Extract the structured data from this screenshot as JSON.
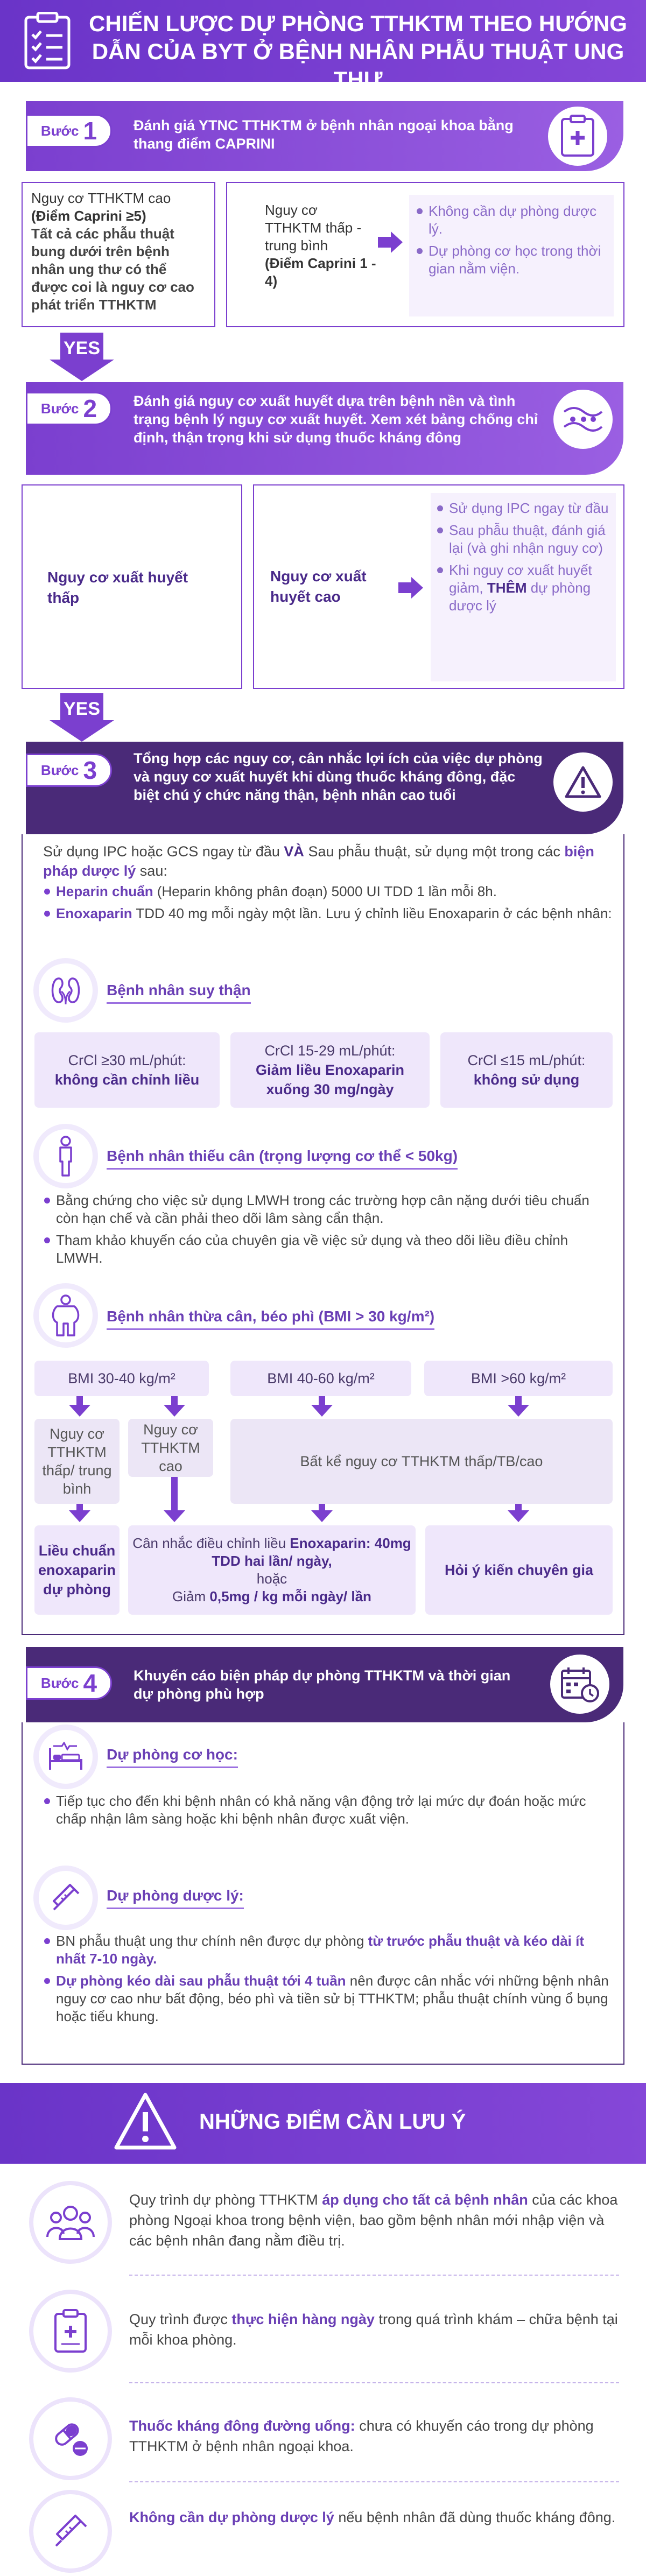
{
  "header": {
    "title": "CHIẾN LƯỢC DỰ PHÒNG TTHKTM THEO HƯỚNG DẪN CỦA BYT Ở BỆNH NHÂN PHẪU THUẬT UNG THƯ",
    "icon": "checklist-icon"
  },
  "step_label": "Bước",
  "step1": {
    "num": "1",
    "title": "Đánh giá YTNC TTHKTM ở bệnh nhân ngoại khoa bằng thang điểm CAPRINI",
    "icon": "medical-clipboard-icon",
    "high_line1": "Nguy cơ TTHKTM cao",
    "high_line2": "(Điểm Caprini ≥5)",
    "high_line3": "Tất cả các phẫu thuật bung dưới trên bệnh nhân ung thư có thể được coi là nguy cơ cao phát triển TTHKTM",
    "low_line1": "Nguy cơ TTHKTM thấp - trung bình",
    "low_line2": "(Điểm Caprini 1 - 4)",
    "low_items": [
      "Không cần dự phòng dược lý.",
      "Dự phòng cơ học trong thời gian nằm viện."
    ]
  },
  "yes": "YES",
  "step2": {
    "num": "2",
    "title": "Đánh giá nguy cơ xuất huyết dựa trên bệnh nền và tình trạng bệnh lý nguy cơ xuất huyết. Xem xét bảng chống chỉ định, thận trọng khi sử dụng thuốc kháng đông",
    "icon": "blood-vessel-icon",
    "low": "Nguy cơ xuất huyết thấp",
    "high": "Nguy cơ xuất huyết cao",
    "high_items": [
      "Sử dụng IPC ngay từ đầu",
      "Sau phẫu thuật, đánh giá lại (và ghi nhận nguy cơ)"
    ],
    "high_item3_a": "Khi nguy cơ xuất huyết giảm,",
    "high_item3_b": "THÊM",
    "high_item3_c": "dự phòng dược lý"
  },
  "step3": {
    "num": "3",
    "title": "Tổng hợp các nguy cơ, cân nhắc lợi ích của việc dự phòng và nguy cơ xuất huyết khi dùng thuốc kháng đông, đặc biệt chú ý chức năng thận, bệnh nhân cao tuổi",
    "icon": "warning-triangle-icon",
    "intro_a": "Sử dụng IPC hoặc GCS ngay từ đầu",
    "intro_b": "VÀ",
    "intro_c": "Sau phẫu thuật, sử dụng một trong các",
    "intro_d": "biện pháp dược lý",
    "intro_e": "sau:",
    "heparin_a": "Heparin chuẩn",
    "heparin_b": "(Heparin không phân đoạn) 5000 UI TDD 1 lần mỗi 8h.",
    "enox_a": "Enoxaparin",
    "enox_b": "TDD 40 mg mỗi ngày một lần. Lưu ý chỉnh liều Enoxaparin ở các bệnh nhân:",
    "renal": {
      "title": "Bệnh nhân suy thận",
      "icon": "kidney-icon",
      "c1a": "CrCl ≥30 mL/phút:",
      "c1b": "không cần chỉnh liều",
      "c2a": "CrCl 15-29 mL/phút:",
      "c2b": "Giảm liều Enoxaparin xuống 30 mg/ngày",
      "c3a": "CrCl ≤15 mL/phút:",
      "c3b": "không sử dụng"
    },
    "under": {
      "title": "Bệnh nhân thiếu cân (trọng lượng cơ thể < 50kg)",
      "icon": "thin-person-icon",
      "items": [
        "Bằng chứng cho việc sử dụng LMWH trong các trường hợp cân nặng dưới tiêu chuẩn còn hạn chế và cần phải theo dõi lâm sàng cẩn thận.",
        "Tham khảo khuyến cáo của chuyên gia về việc sử dụng và theo dõi liều điều chỉnh LMWH."
      ]
    },
    "obese": {
      "title": "Bệnh nhân thừa cân, béo phì (BMI > 30 kg/m²)",
      "icon": "obese-person-icon",
      "bmi1": "BMI 30-40 kg/m²",
      "bmi2": "BMI 40-60 kg/m²",
      "bmi3": "BMI >60 kg/m²",
      "r1": "Nguy cơ TTHKTM thấp/ trung bình",
      "r2": "Nguy cơ TTHKTM cao",
      "r3": "Bất kể nguy cơ TTHKTM thấp/TB/cao",
      "d1": "Liều chuẩn enoxaparin dự phòng",
      "d2a": "Cân nhắc điều chỉnh liều",
      "d2b": "Enoxaparin: 40mg TDD hai lần/ ngày,",
      "d2c": "hoặc",
      "d2d": "Giảm",
      "d2e": "0,5mg / kg mỗi ngày/ lần",
      "d3": "Hỏi ý kiến chuyên gia"
    }
  },
  "step4": {
    "num": "4",
    "title": "Khuyến cáo biện pháp dự phòng TTHKTM và thời gian dự phòng phù hợp",
    "icon": "calendar-clock-icon",
    "mech": {
      "title": "Dự phòng cơ học:",
      "icon": "hospital-bed-icon",
      "text": "Tiếp tục cho đến khi bệnh nhân có khả năng vận động trở lại mức dự đoán hoặc mức chấp nhận lâm sàng hoặc khi bệnh nhân được xuất viện."
    },
    "drug": {
      "title": "Dự phòng dược lý:",
      "icon": "syringe-icon",
      "i1a": "BN phẫu thuật ung thư chính nên được dự phòng",
      "i1b": "từ trước phẫu thuật và kéo dài ít nhất 7-10 ngày.",
      "i2a": "Dự phòng kéo dài sau phẫu thuật tới 4 tuần",
      "i2b": "nên được cân nhắc với những bệnh nhân nguy cơ cao như bất động, béo phì và tiền sử bị TTHKTM; phẫu thuật chính vùng ổ bụng hoặc tiểu khung."
    }
  },
  "notes": {
    "title": "NHỮNG ĐIỂM CẦN LƯU Ý",
    "icon": "exclamation-triangle-icon",
    "n1a": "Quy trình dự phòng TTHKTM",
    "n1b": "áp dụng cho tất cả bệnh nhân",
    "n1c": "của các khoa phòng Ngoại khoa trong bệnh viện, bao gồm bệnh nhân mới nhập viện và các bệnh nhân đang nằm điều trị.",
    "n2a": "Quy trình được",
    "n2b": "thực hiện hàng ngày",
    "n2c": "trong quá trình khám – chữa bệnh tại mỗi khoa phòng.",
    "n3a": "Thuốc kháng đông đường uống:",
    "n3b": "chưa có khuyến cáo trong dự phòng TTHKTM ở bệnh nhân ngoại khoa.",
    "n4a": "Không cần dự phòng dược lý",
    "n4b": "nếu bệnh nhân đã dùng thuốc kháng đông.",
    "icons": [
      "people-group-icon",
      "clipboard-plus-icon",
      "pills-icon",
      "syringe-icon"
    ]
  },
  "colors": {
    "primary": "#7b3fcf",
    "dark": "#4a2a78",
    "light": "#efe7fb"
  }
}
